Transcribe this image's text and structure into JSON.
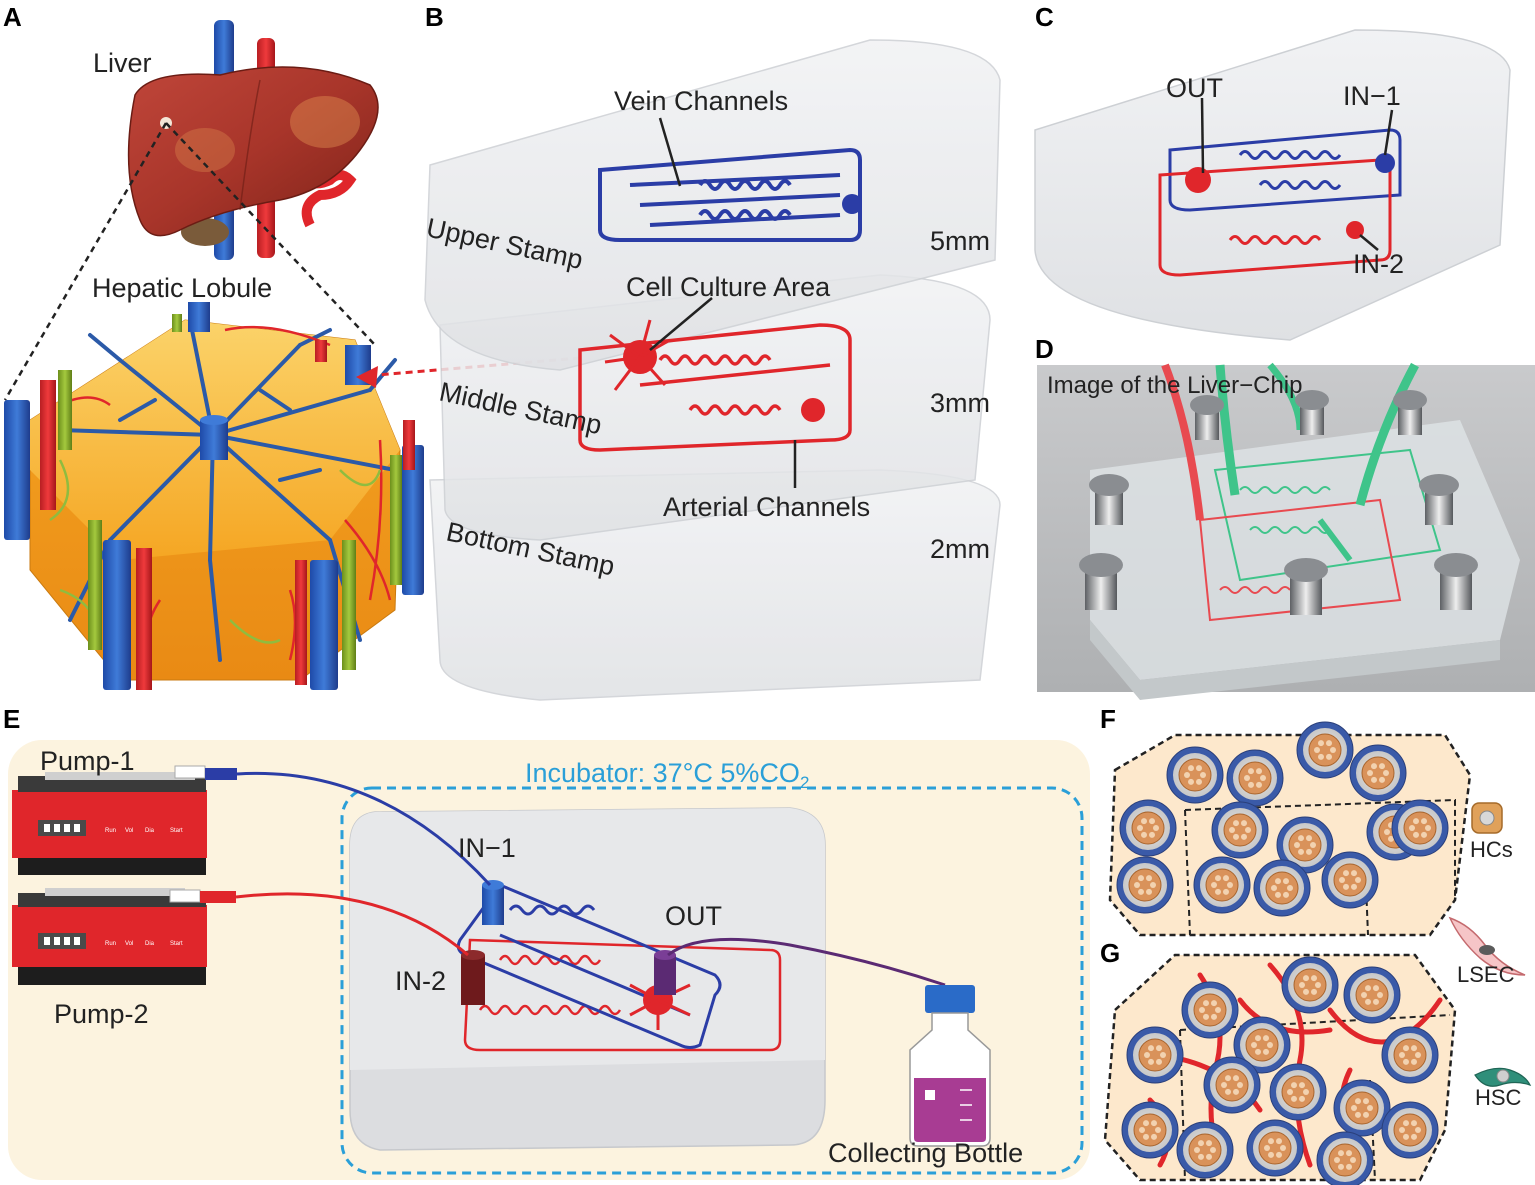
{
  "panels": {
    "a": "A",
    "b": "B",
    "c": "C",
    "d": "D",
    "e": "E",
    "f": "F",
    "g": "G"
  },
  "panel_a": {
    "liver": "Liver",
    "lobule": "Hepatic Lobule"
  },
  "panel_b": {
    "vein": "Vein Channels",
    "upper": "Upper Stamp",
    "upper_thickness": "5mm",
    "cell": "Cell Culture Area",
    "middle": "Middle Stamp",
    "middle_thickness": "3mm",
    "arterial": "Arterial Channels",
    "bottom": "Bottom Stamp",
    "bottom_thickness": "2mm"
  },
  "panel_c": {
    "out": "OUT",
    "in1": "IN−1",
    "in2": "IN-2"
  },
  "panel_d": {
    "caption": "Image of the Liver−Chip"
  },
  "panel_e": {
    "pump1": "Pump-1",
    "pump2": "Pump-2",
    "incubator": "Incubator: 37°C  5%CO",
    "co2_sub": "2",
    "in1": "IN−1",
    "in2": "IN-2",
    "out": "OUT",
    "bottle": "Collecting Bottle",
    "pump_buttons": [
      "Run",
      "Vol",
      "Dia",
      "Start"
    ]
  },
  "legend": {
    "hcs": "HCs",
    "lsec": "LSEC",
    "hsc": "HSC"
  },
  "colors": {
    "vein_blue": "#2b3da6",
    "artery_red": "#e0262b",
    "liver_brown": "#a8352a",
    "lobule_orange": "#f5a623",
    "incubator_bg": "#fcf3df",
    "incubator_border": "#2a9fd8",
    "green_tube": "#2fbf7a"
  }
}
